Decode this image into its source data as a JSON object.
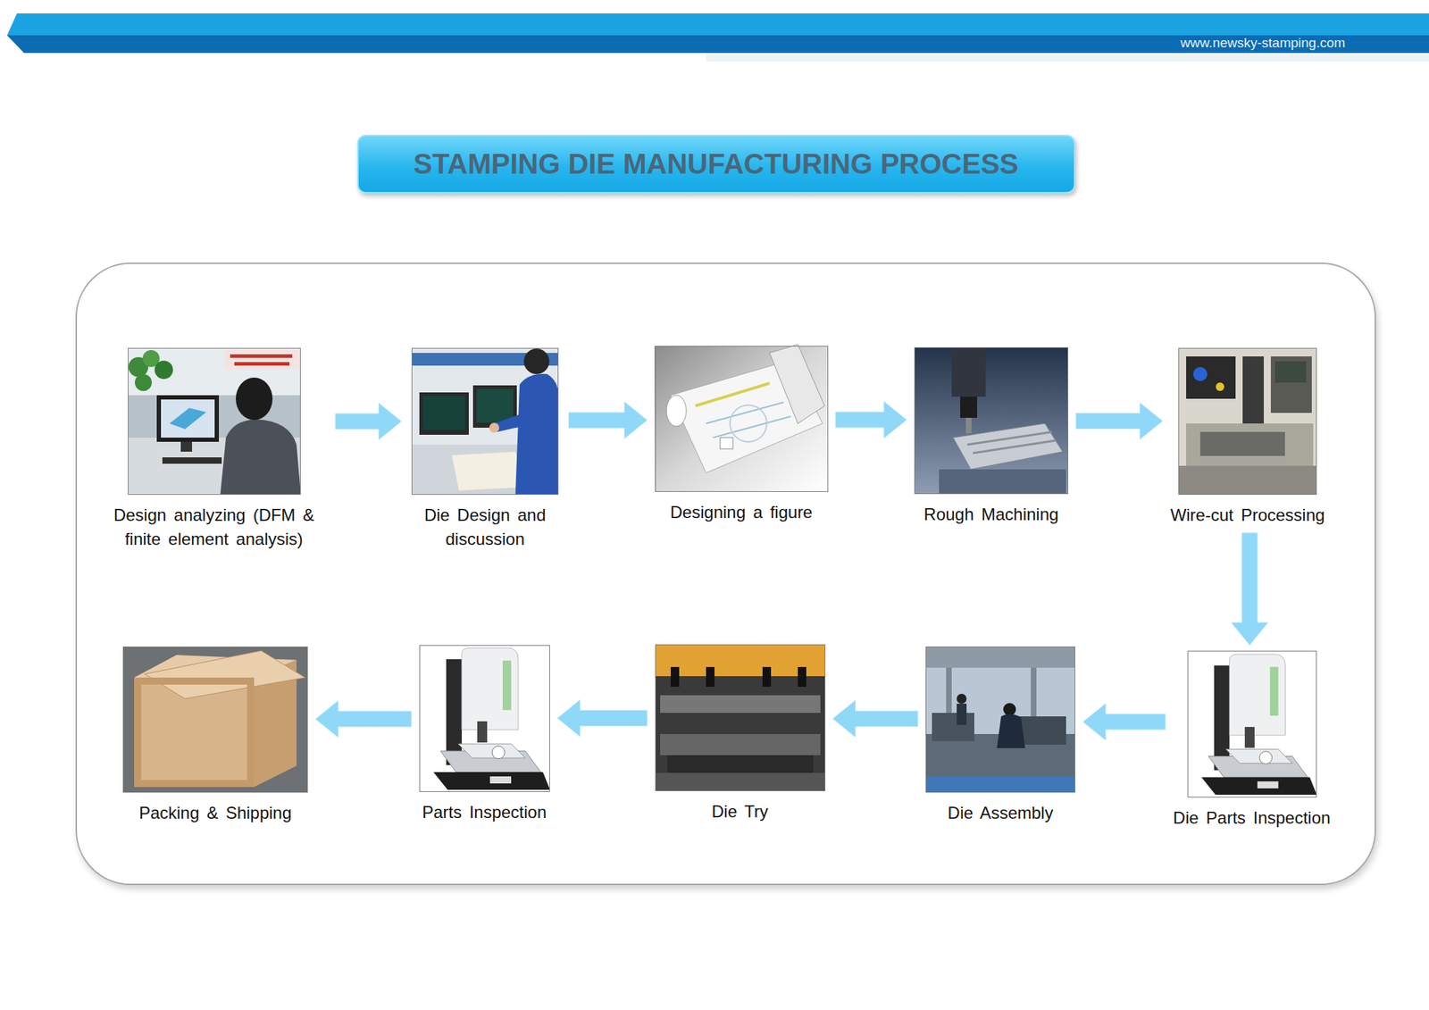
{
  "diagram": {
    "title": "STAMPING DIE MANUFACTURING PROCESS",
    "nodes": [
      {
        "text": [
          "Design analyzing (DFM & finite element analysis)"
        ]
      },
      {
        "text": [
          "Die Design and discussion"
        ]
      },
      {
        "text": [
          "Designing a figure"
        ]
      },
      {
        "text": [
          "Rough Machining"
        ]
      },
      {
        "text": [
          "Wire-cut Processing"
        ]
      },
      {
        "text": [
          "Die Parts Inspection"
        ]
      },
      {
        "text": [
          "Die Assembly"
        ]
      },
      {
        "text": [
          "Die Try"
        ]
      },
      {
        "text": [
          "Parts Inspection"
        ]
      },
      {
        "text": [
          "Packing & Shipping"
        ]
      }
    ],
    "edges": [
      {
        "from": 0,
        "to": 1,
        "arrow": "to"
      },
      {
        "from": 1,
        "to": 2,
        "arrow": "to"
      },
      {
        "from": 2,
        "to": 3,
        "arrow": "to"
      },
      {
        "from": 3,
        "to": 4,
        "arrow": "to"
      },
      {
        "from": 4,
        "to": 5,
        "arrow": "to"
      },
      {
        "from": 5,
        "to": 6,
        "arrow": "to"
      },
      {
        "from": 6,
        "to": 7,
        "arrow": "to"
      },
      {
        "from": 7,
        "to": 8,
        "arrow": "to"
      },
      {
        "from": 8,
        "to": 9,
        "arrow": "to"
      }
    ],
    "labels": [
      "www.newsky-stamping.com"
    ]
  }
}
